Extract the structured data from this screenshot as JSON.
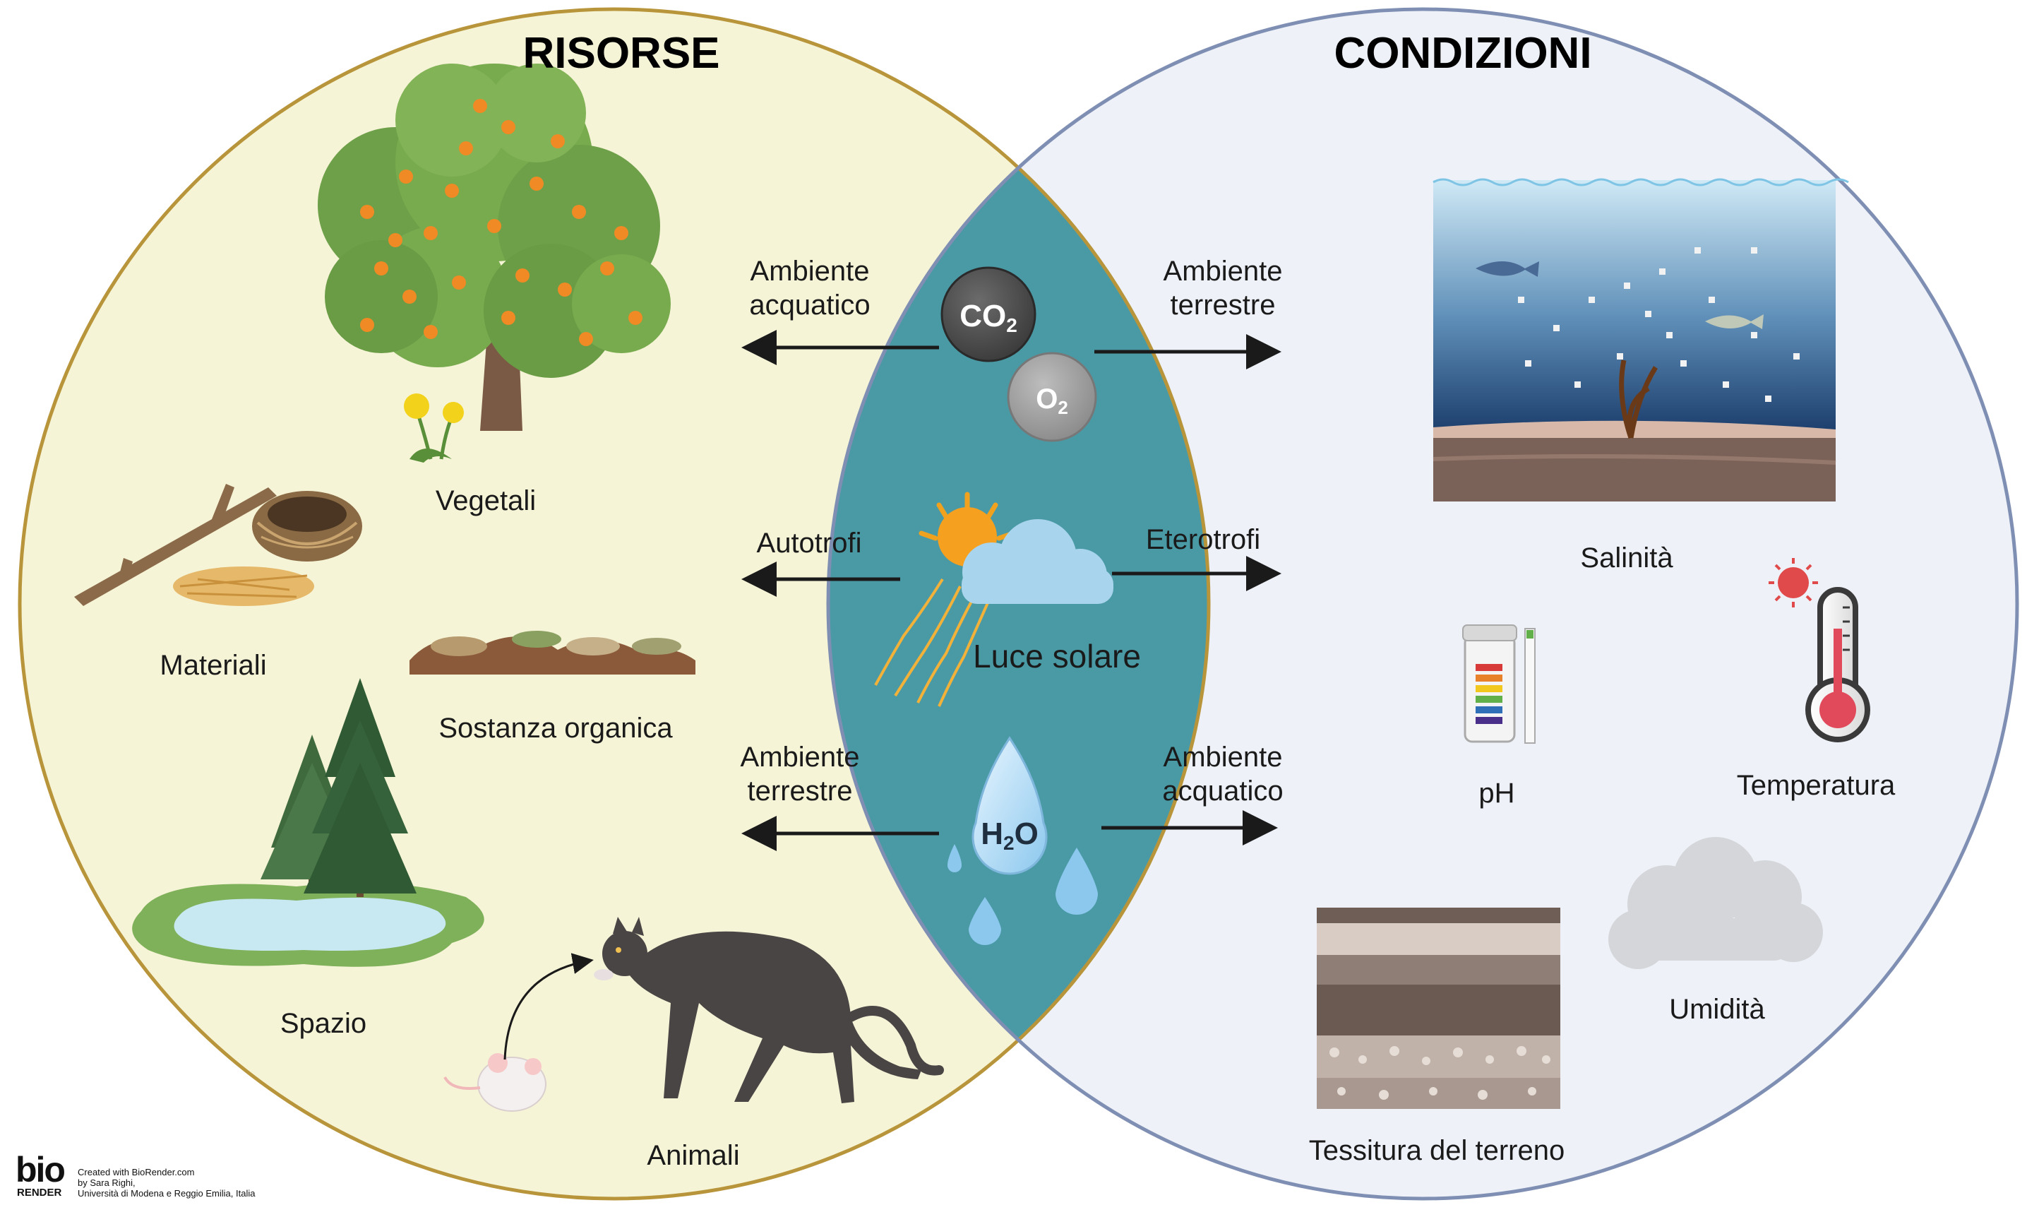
{
  "titles": {
    "left": "RISORSE",
    "right": "CONDIZIONI"
  },
  "center": {
    "co2_base": "CO",
    "co2_sub": "2",
    "o2_base": "O",
    "o2_sub": "2",
    "h2o_a": "H",
    "h2o_sub": "2",
    "h2o_b": "O",
    "luce": "Luce solare"
  },
  "arrows": {
    "left_top": [
      "Ambiente",
      "acquatico"
    ],
    "right_top": [
      "Ambiente",
      "terrestre"
    ],
    "left_mid": "Autotrofi",
    "right_mid": "Eterotrofi",
    "left_bottom": [
      "Ambiente",
      "terrestre"
    ],
    "right_bottom": [
      "Ambiente",
      "acquatico"
    ]
  },
  "resources": {
    "vegetali": "Vegetali",
    "materiali": "Materiali",
    "sostanza": "Sostanza organica",
    "spazio": "Spazio",
    "animali": "Animali"
  },
  "conditions": {
    "salinita": "Salinità",
    "ph": "pH",
    "temperatura": "Temperatura",
    "umidita": "Umidità",
    "tessitura": "Tessitura del terreno"
  },
  "credit": {
    "logo": "bio",
    "logo_sub": "RENDER",
    "lines": [
      "Created with BioRender.com",
      "by Sara Righi,",
      "Università di Modena e Reggio Emilia, Italia"
    ]
  },
  "colors": {
    "left_fill": "#f6f4d6",
    "left_stroke": "#b8953a",
    "right_fill": "#eef2f8",
    "right_stroke": "#7f8fb3",
    "overlap": "#4a9aa6"
  }
}
